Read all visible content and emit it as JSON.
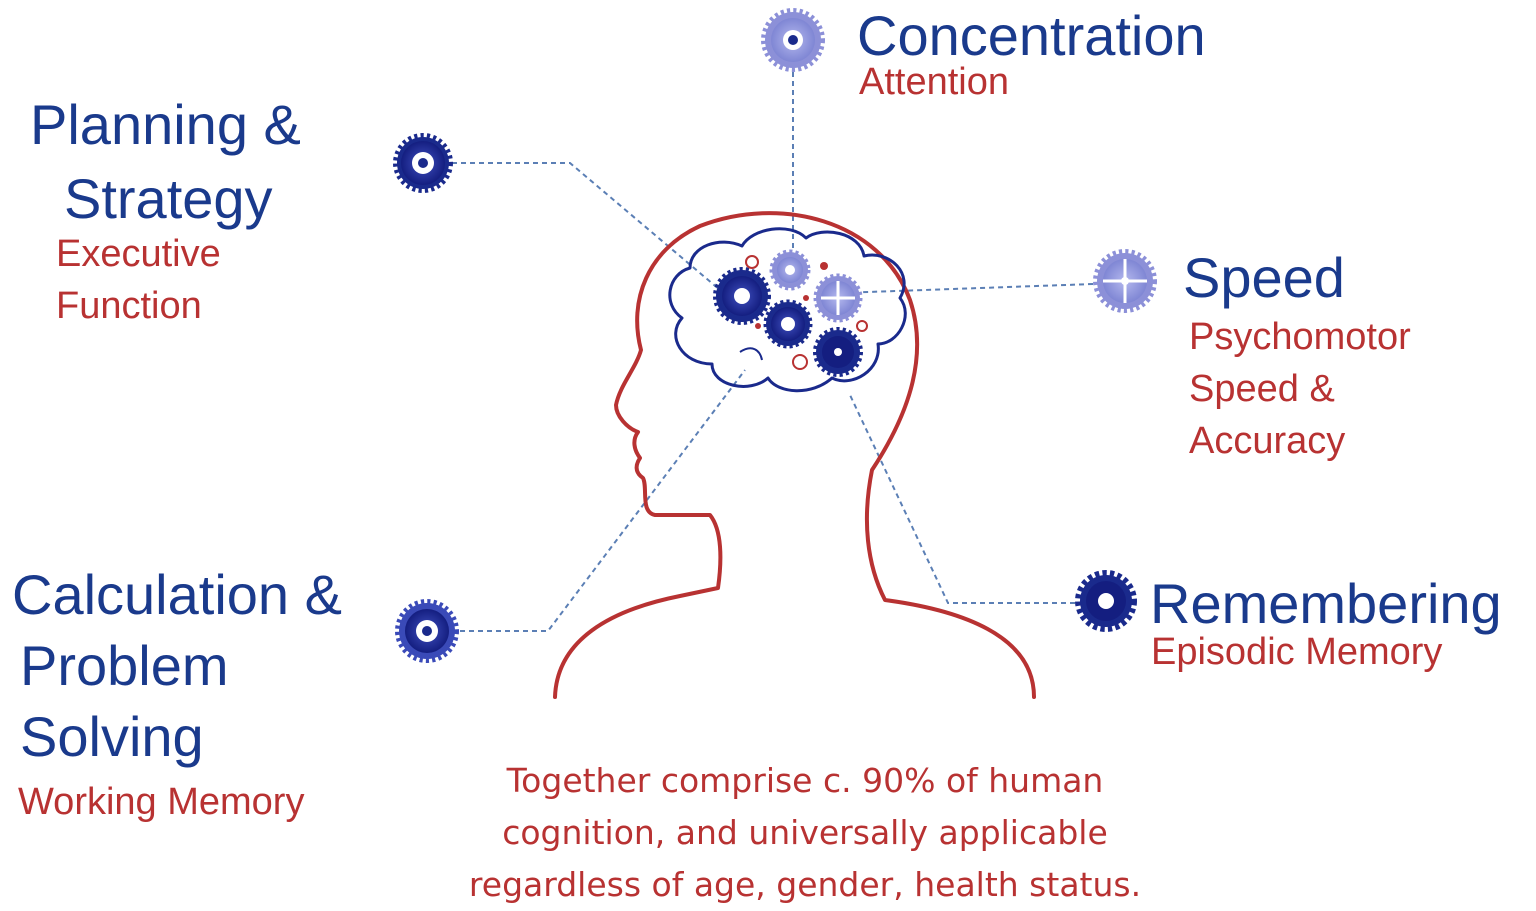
{
  "labels": {
    "concentration": {
      "title": "Concentration",
      "subtitle": "Attention"
    },
    "planning": {
      "title_lines": [
        "Planning &",
        "Strategy"
      ],
      "subtitle_lines": [
        "Executive",
        "Function"
      ]
    },
    "speed": {
      "title": "Speed",
      "subtitle_lines": [
        "Psychomotor",
        "Speed &",
        "Accuracy"
      ]
    },
    "calculation": {
      "title_lines": [
        "Calculation &",
        "Problem",
        "Solving"
      ],
      "subtitle": "Working Memory"
    },
    "remembering": {
      "title": "Remembering",
      "subtitle": "Episodic Memory"
    }
  },
  "caption_lines": [
    "Together comprise c. 90% of human",
    "cognition, and universally applicable",
    "regardless of age, gender, health status."
  ],
  "colors": {
    "title": "#1a3a8c",
    "subtitle": "#b83232",
    "head_outline": "#b83232",
    "connector": "#5b7fb5",
    "gear_dark": "#1a2a8c",
    "gear_light": "#8c90d8"
  },
  "icons": [
    "gear-icon",
    "head-silhouette",
    "brain-outline"
  ]
}
